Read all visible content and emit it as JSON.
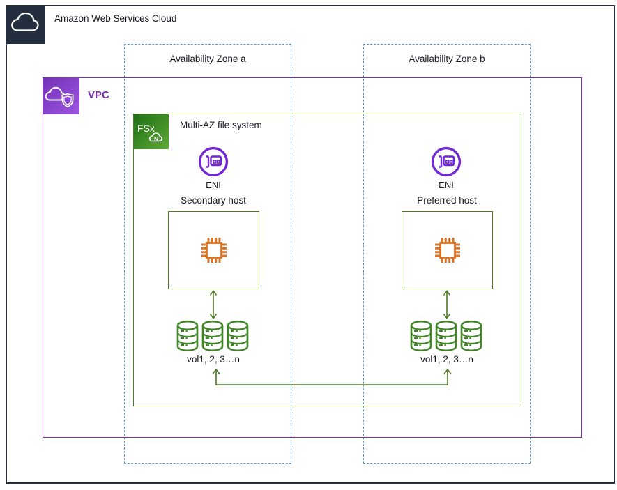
{
  "header": {
    "title": "Amazon Web Services Cloud"
  },
  "vpc": {
    "label": "VPC"
  },
  "filesystem": {
    "label": "Multi-AZ file system",
    "fsx_text": "FSx",
    "fsx_variant": "N"
  },
  "zones": {
    "a": {
      "label": "Availability Zone a",
      "eni_label": "ENI",
      "host_label": "Secondary host",
      "volumes_label": "vol1, 2, 3…n"
    },
    "b": {
      "label": "Availability Zone b",
      "eni_label": "ENI",
      "host_label": "Preferred host",
      "volumes_label": "vol1, 2, 3…n"
    }
  },
  "colors": {
    "aws_dark": "#232F3E",
    "az_dashed_blue": "#569CD6",
    "vpc_purple": "#7D2EB0",
    "eni_purple": "#7226D6",
    "green_border": "#507A26",
    "volume_green": "#3F8624",
    "chip_orange": "#DD7425",
    "fsx_gradient_start": "#1E6F13",
    "fsx_gradient_end": "#5FA838",
    "vpc_gradient_start": "#7330B8",
    "vpc_gradient_end": "#9C55E0"
  }
}
